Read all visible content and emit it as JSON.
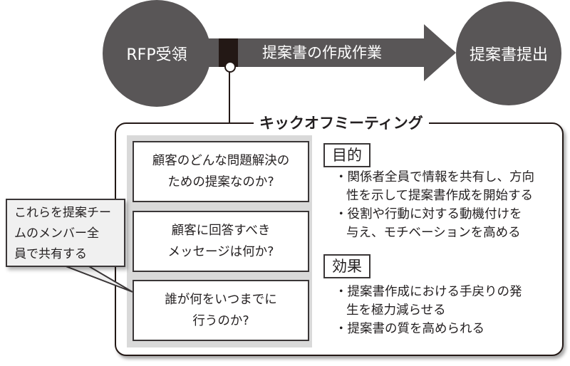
{
  "flow": {
    "start_label": "RFP受領",
    "process_label": "提案書の作成作業",
    "end_label": "提案書提出"
  },
  "colors": {
    "circle_fill": "#595657",
    "arrow_fill": "#595657",
    "marker_fill": "#231815",
    "question_panel_bg": "#d9d9d9",
    "callout_bg": "#f0f0f0"
  },
  "kickoff": {
    "title": "キックオフミーティング",
    "questions": [
      {
        "line1": "顧客のどんな問題解決の",
        "line2": "ための提案なのか?"
      },
      {
        "line1": "顧客に回答すべき",
        "line2": "メッセージは何か?"
      },
      {
        "line1": "誰が何をいつまでに",
        "line2": "行うのか?"
      }
    ],
    "purpose": {
      "heading": "目的",
      "items": [
        {
          "line1": "・関係者全員で情報を共有し、方向",
          "line2": "性を示して提案書作成を開始する"
        },
        {
          "line1": "・役割や行動に対する動機付けを",
          "line2": "与え、モチベーションを高める"
        }
      ]
    },
    "effect": {
      "heading": "効果",
      "items": [
        {
          "line1": "・提案書作成における手戻りの発",
          "line2": "生を極力減らせる"
        },
        {
          "line1": "・提案書の質を高められる",
          "line2": ""
        }
      ]
    }
  },
  "callout": {
    "line1": "これらを提案チー",
    "line2": "ムのメンバー全",
    "line3": "員で共有する"
  }
}
